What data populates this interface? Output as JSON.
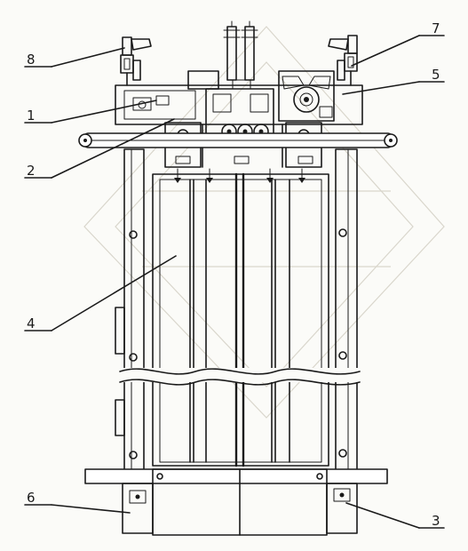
{
  "labels": [
    {
      "id": "callout-1",
      "text": "1"
    },
    {
      "id": "callout-2",
      "text": "2"
    },
    {
      "id": "callout-3",
      "text": "3"
    },
    {
      "id": "callout-4",
      "text": "4"
    },
    {
      "id": "callout-5",
      "text": "5"
    },
    {
      "id": "callout-6",
      "text": "6"
    },
    {
      "id": "callout-7",
      "text": "7"
    },
    {
      "id": "callout-8",
      "text": "8"
    }
  ]
}
